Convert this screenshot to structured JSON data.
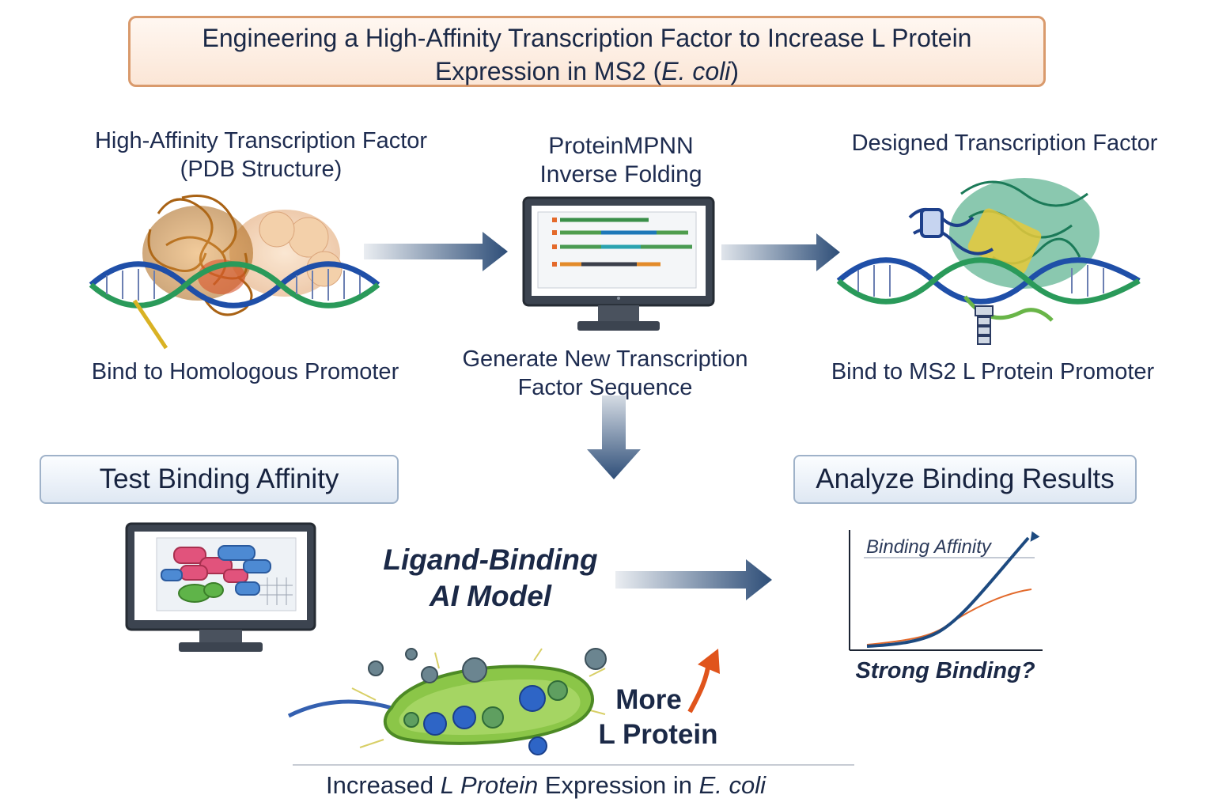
{
  "title": {
    "line1": "Engineering a High-Affinity Transcription Factor to Increase L Protein",
    "line2_prefix": "Expression in MS2 (",
    "line2_italic": "E. coli",
    "line2_suffix": ")"
  },
  "top_left": {
    "heading_line1": "High-Affinity Transcription Factor",
    "heading_line2": "(PDB Structure)",
    "caption": "Bind to Homologous Promoter"
  },
  "top_middle": {
    "heading_line1": "ProteinMPNN",
    "heading_line2": "Inverse Folding",
    "caption_line1": "Generate New Transcription",
    "caption_line2": "Factor Sequence"
  },
  "top_right": {
    "heading": "Designed Transcription Factor",
    "caption": "Bind to MS2 L Protein Promoter"
  },
  "test_step": {
    "label": "Test Binding Affinity"
  },
  "analyze_step": {
    "label": "Analyze Binding Results"
  },
  "model": {
    "line1": "Ligand-Binding",
    "line2": "AI Model"
  },
  "result_chart": {
    "label": "Binding Affinity",
    "caption": "Strong Binding?"
  },
  "bacterium": {
    "more_line1": "More",
    "more_line2": "L Protein"
  },
  "footer": {
    "prefix": "Increased ",
    "italic1": "L Protein",
    "middle": " Expression in ",
    "italic2": "E. coli"
  },
  "colors": {
    "arrow": "#2e4e78",
    "dna_blue": "#1f4fa8",
    "dna_green": "#2a9a5a",
    "protein_orange": "#c87a1c",
    "protein_teal": "#1f8a6e",
    "title_border": "#d99a6c",
    "up_arrow": "#e0541c"
  },
  "icons": [
    "protein-dna-complex-icon",
    "computer-monitor-icon",
    "bacterium-icon",
    "line-chart-icon",
    "up-arrow-icon"
  ]
}
